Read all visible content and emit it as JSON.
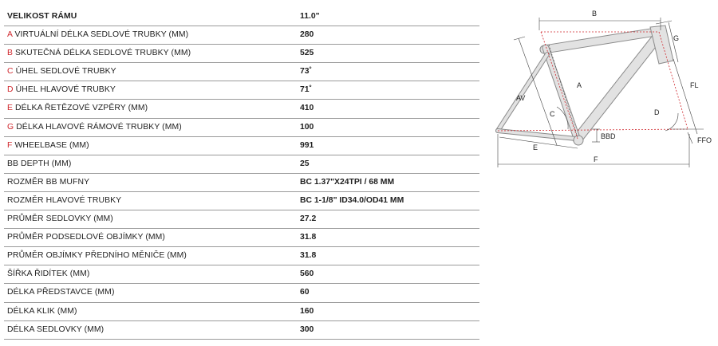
{
  "table": {
    "header": {
      "label": "VELIKOST RÁMU",
      "value": "11.0\""
    },
    "rows": [
      {
        "letter": "A",
        "label": "VIRTUÁLNÍ DÉLKA SEDLOVÉ TRUBKY (MM)",
        "value": "280"
      },
      {
        "letter": "B",
        "label": "SKUTEČNÁ DÉLKA SEDLOVÉ TRUBKY (MM)",
        "value": "525"
      },
      {
        "letter": "C",
        "label": "ÚHEL SEDLOVÉ TRUBKY",
        "value": "73˚"
      },
      {
        "letter": "D",
        "label": "ÚHEL HLAVOVÉ TRUBKY",
        "value": "71˚"
      },
      {
        "letter": "E",
        "label": "DÉLKA ŘETĚZOVÉ VZPĚRY (MM)",
        "value": "410"
      },
      {
        "letter": "G",
        "label": "DÉLKA HLAVOVÉ RÁMOVÉ TRUBKY (MM)",
        "value": "100"
      },
      {
        "letter": "F",
        "label": "WHEELBASE (MM)",
        "value": "991"
      },
      {
        "letter": "",
        "label": "BB DEPTH (MM)",
        "value": "25"
      },
      {
        "letter": "",
        "label": "ROZMĚR BB MUFNY",
        "value": "BC 1.37\"X24TPI / 68 MM"
      },
      {
        "letter": "",
        "label": "ROZMĚR HLAVOVÉ TRUBKY",
        "value": "BC 1-1/8\" ID34.0/OD41 MM"
      },
      {
        "letter": "",
        "label": "PRŮMĚR SEDLOVKY (MM)",
        "value": "27.2"
      },
      {
        "letter": "",
        "label": "PRŮMĚR PODSEDLOVÉ OBJÍMKY (MM)",
        "value": "31.8"
      },
      {
        "letter": "",
        "label": "PRŮMĚR OBJÍMKY PŘEDNÍHO MĚNIČE (MM)",
        "value": "31.8"
      },
      {
        "letter": "",
        "label": "ŠÍŘKA ŘIDÍTEK (MM)",
        "value": "560"
      },
      {
        "letter": "",
        "label": "DÉLKA PŘEDSTAVCE (MM)",
        "value": "60"
      },
      {
        "letter": "",
        "label": "DÉLKA KLIK (MM)",
        "value": "160"
      },
      {
        "letter": "",
        "label": "DÉLKA SEDLOVKY (MM)",
        "value": "300"
      }
    ]
  },
  "diagram": {
    "labels": {
      "b": "B",
      "g": "G",
      "a": "A",
      "av": "AV",
      "c": "C",
      "fl": "FL",
      "d": "D",
      "bbd": "BBD",
      "e": "E",
      "ffo": "FFO",
      "f": "F"
    },
    "colors": {
      "frame": "#d9d9d9",
      "outline": "#8a8a8a",
      "accent": "#d0282e",
      "dim": "#444444"
    }
  }
}
